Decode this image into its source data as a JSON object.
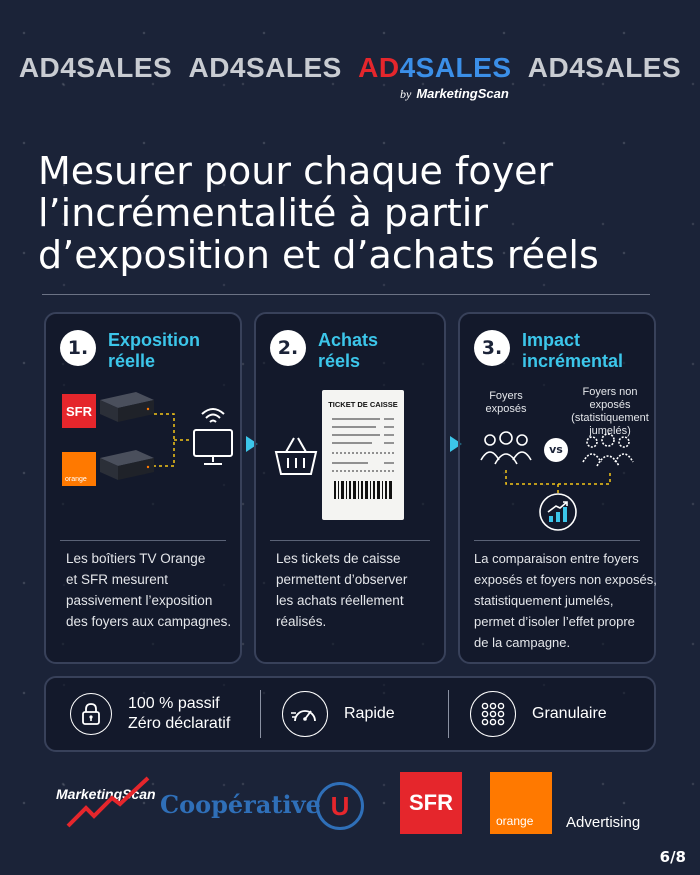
{
  "header": {
    "brand_repeats": [
      "AD4SALES",
      "AD4SALES",
      "AD4SALES",
      "AD4SALES"
    ],
    "brand_highlight": {
      "prefix": "AD",
      "digit": "4",
      "suffix": "SALES"
    },
    "by": "by",
    "by_brand": "MarketingScan"
  },
  "headline": {
    "line1": "Mesurer pour chaque foyer",
    "line2": "l’incrémentalité à partir",
    "line3": "d’exposition et d’achats réels"
  },
  "steps": [
    {
      "number": "1.",
      "title_line1": "Exposition",
      "title_line2": "réelle",
      "logo_sfr": "SFR",
      "logo_orange": "orange",
      "desc": [
        "Les boîtiers TV Orange",
        "et SFR mesurent",
        "passivement l’exposition",
        "des foyers aux campagnes."
      ]
    },
    {
      "number": "2.",
      "title_line1": "Achats",
      "title_line2": "réels",
      "ticket_label": "TICKET DE CAISSE",
      "desc": [
        "Les tickets de caisse",
        "permettent d’observer",
        "les achats réellement",
        "réalisés."
      ]
    },
    {
      "number": "3.",
      "title_line1": "Impact",
      "title_line2": "incrémental",
      "exposed_label": [
        "Foyers",
        "exposés"
      ],
      "unexposed_label": [
        "Foyers non",
        "exposés",
        "(statistiquement",
        "jumelés)"
      ],
      "vs": "vs",
      "desc": [
        "La comparaison entre foyers",
        "exposés et foyers non exposés,",
        "statistiquement jumelés,",
        "permet d’isoler l’effet propre",
        "de la campagne."
      ]
    }
  ],
  "features": [
    {
      "icon": "lock-icon",
      "line1": "100 % passif",
      "line2": "Zéro déclaratif"
    },
    {
      "icon": "speedometer-icon",
      "line1": "Rapide"
    },
    {
      "icon": "dot-grid-icon",
      "line1": "Granulaire"
    }
  ],
  "footer": {
    "marketingscan": "MarketingScan",
    "cooperative": "Coopérative",
    "cooperative_u": "U",
    "sfr": "SFR",
    "orange": "orange",
    "advertising": "Advertising",
    "page": "6/8"
  },
  "colors": {
    "background": "#1b2338",
    "accent_cyan": "#3cc6ea",
    "sfr_red": "#e5262c",
    "orange": "#ff7900",
    "brand_blue": "#3b8fe8"
  }
}
